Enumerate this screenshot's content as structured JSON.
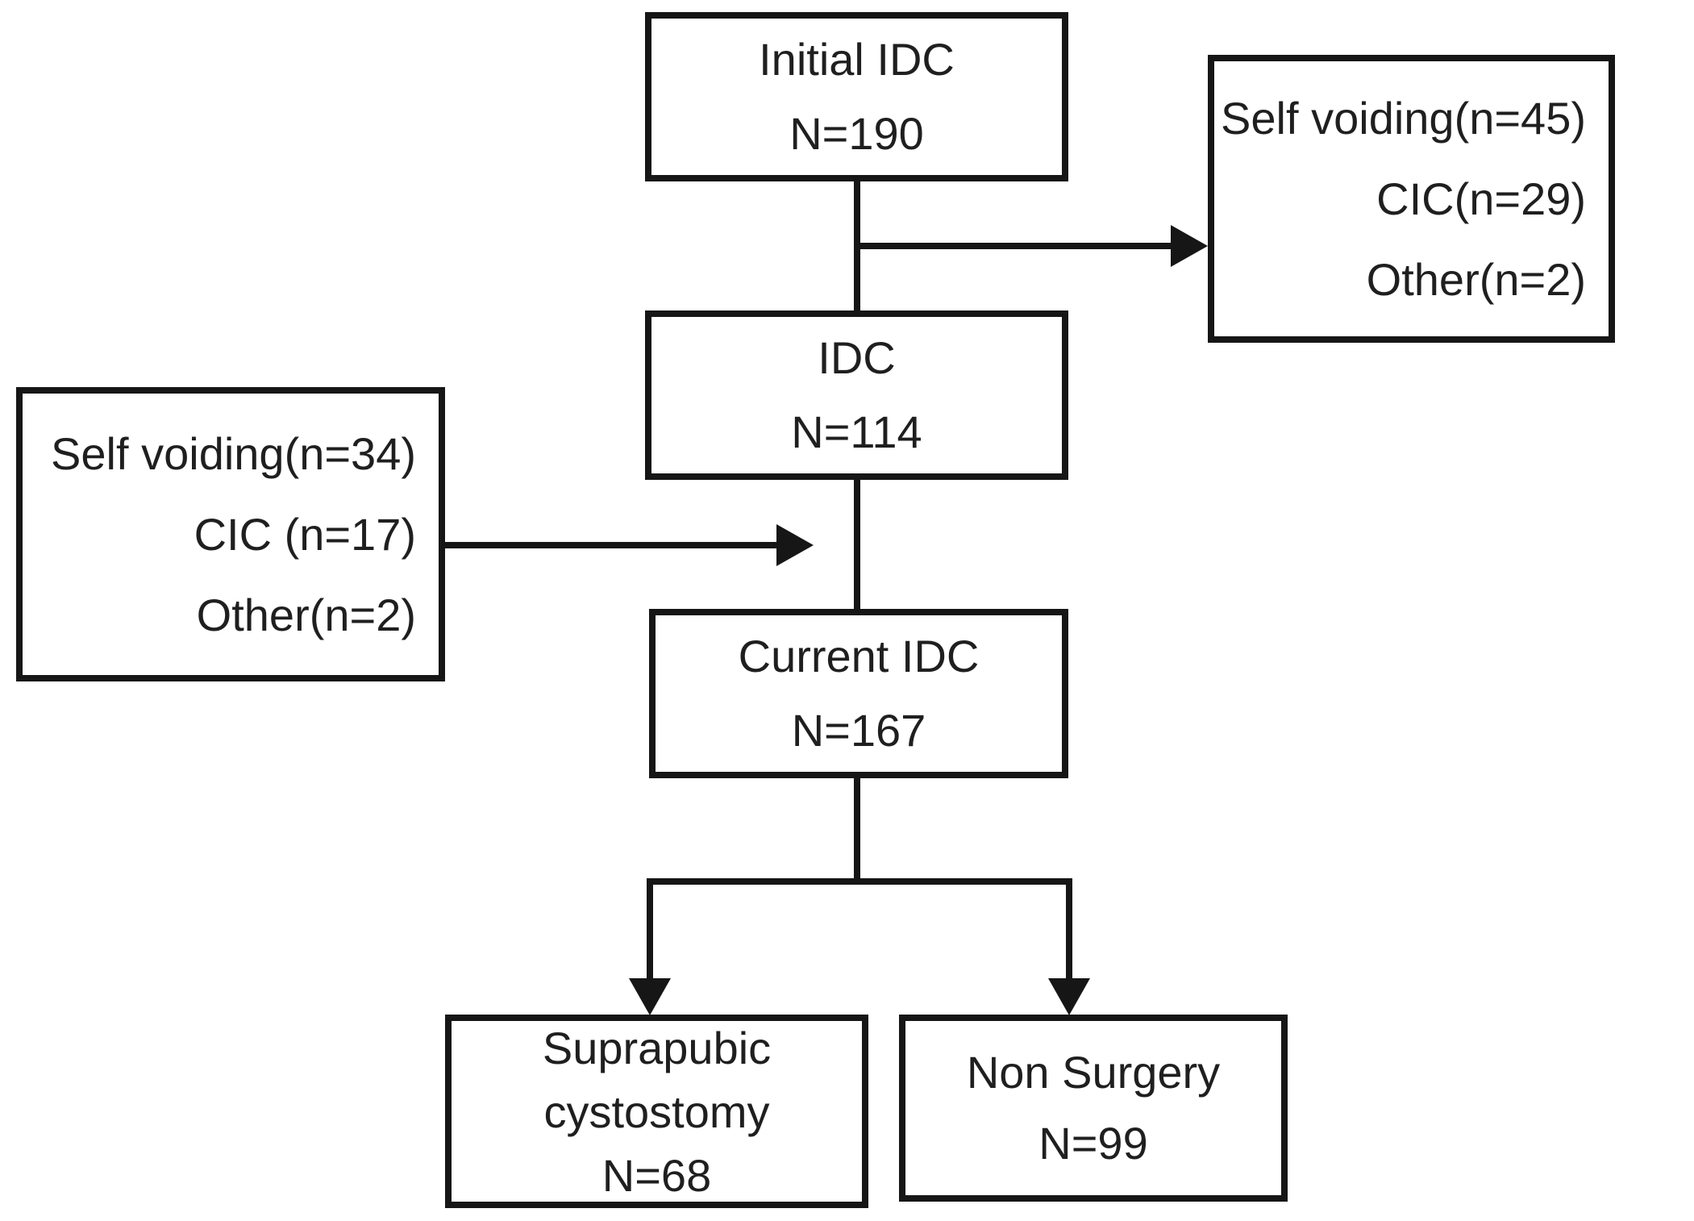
{
  "figure": {
    "background": "#ffffff",
    "line_color": "#161616",
    "text_color": "#1f1f1f"
  },
  "nodes": {
    "initial_idc": {
      "lines": [
        "Initial IDC",
        "N=190"
      ]
    },
    "excluded_initial": {
      "lines": [
        "Self voiding(n=45)",
        "CIC(n=29)",
        "Other(n=2)"
      ]
    },
    "idc": {
      "lines": [
        "IDC",
        "N=114"
      ]
    },
    "excluded_idc": {
      "lines": [
        "Self voiding(n=34)",
        "CIC (n=17)",
        "Other(n=2)"
      ]
    },
    "current_idc": {
      "lines": [
        "Current IDC",
        "N=167"
      ]
    },
    "suprapubic_cystostomy": {
      "lines": [
        "Suprapubic",
        "cystostomy",
        "N=68"
      ]
    },
    "non_surgery": {
      "lines": [
        "Non Surgery",
        "N=99"
      ]
    }
  }
}
